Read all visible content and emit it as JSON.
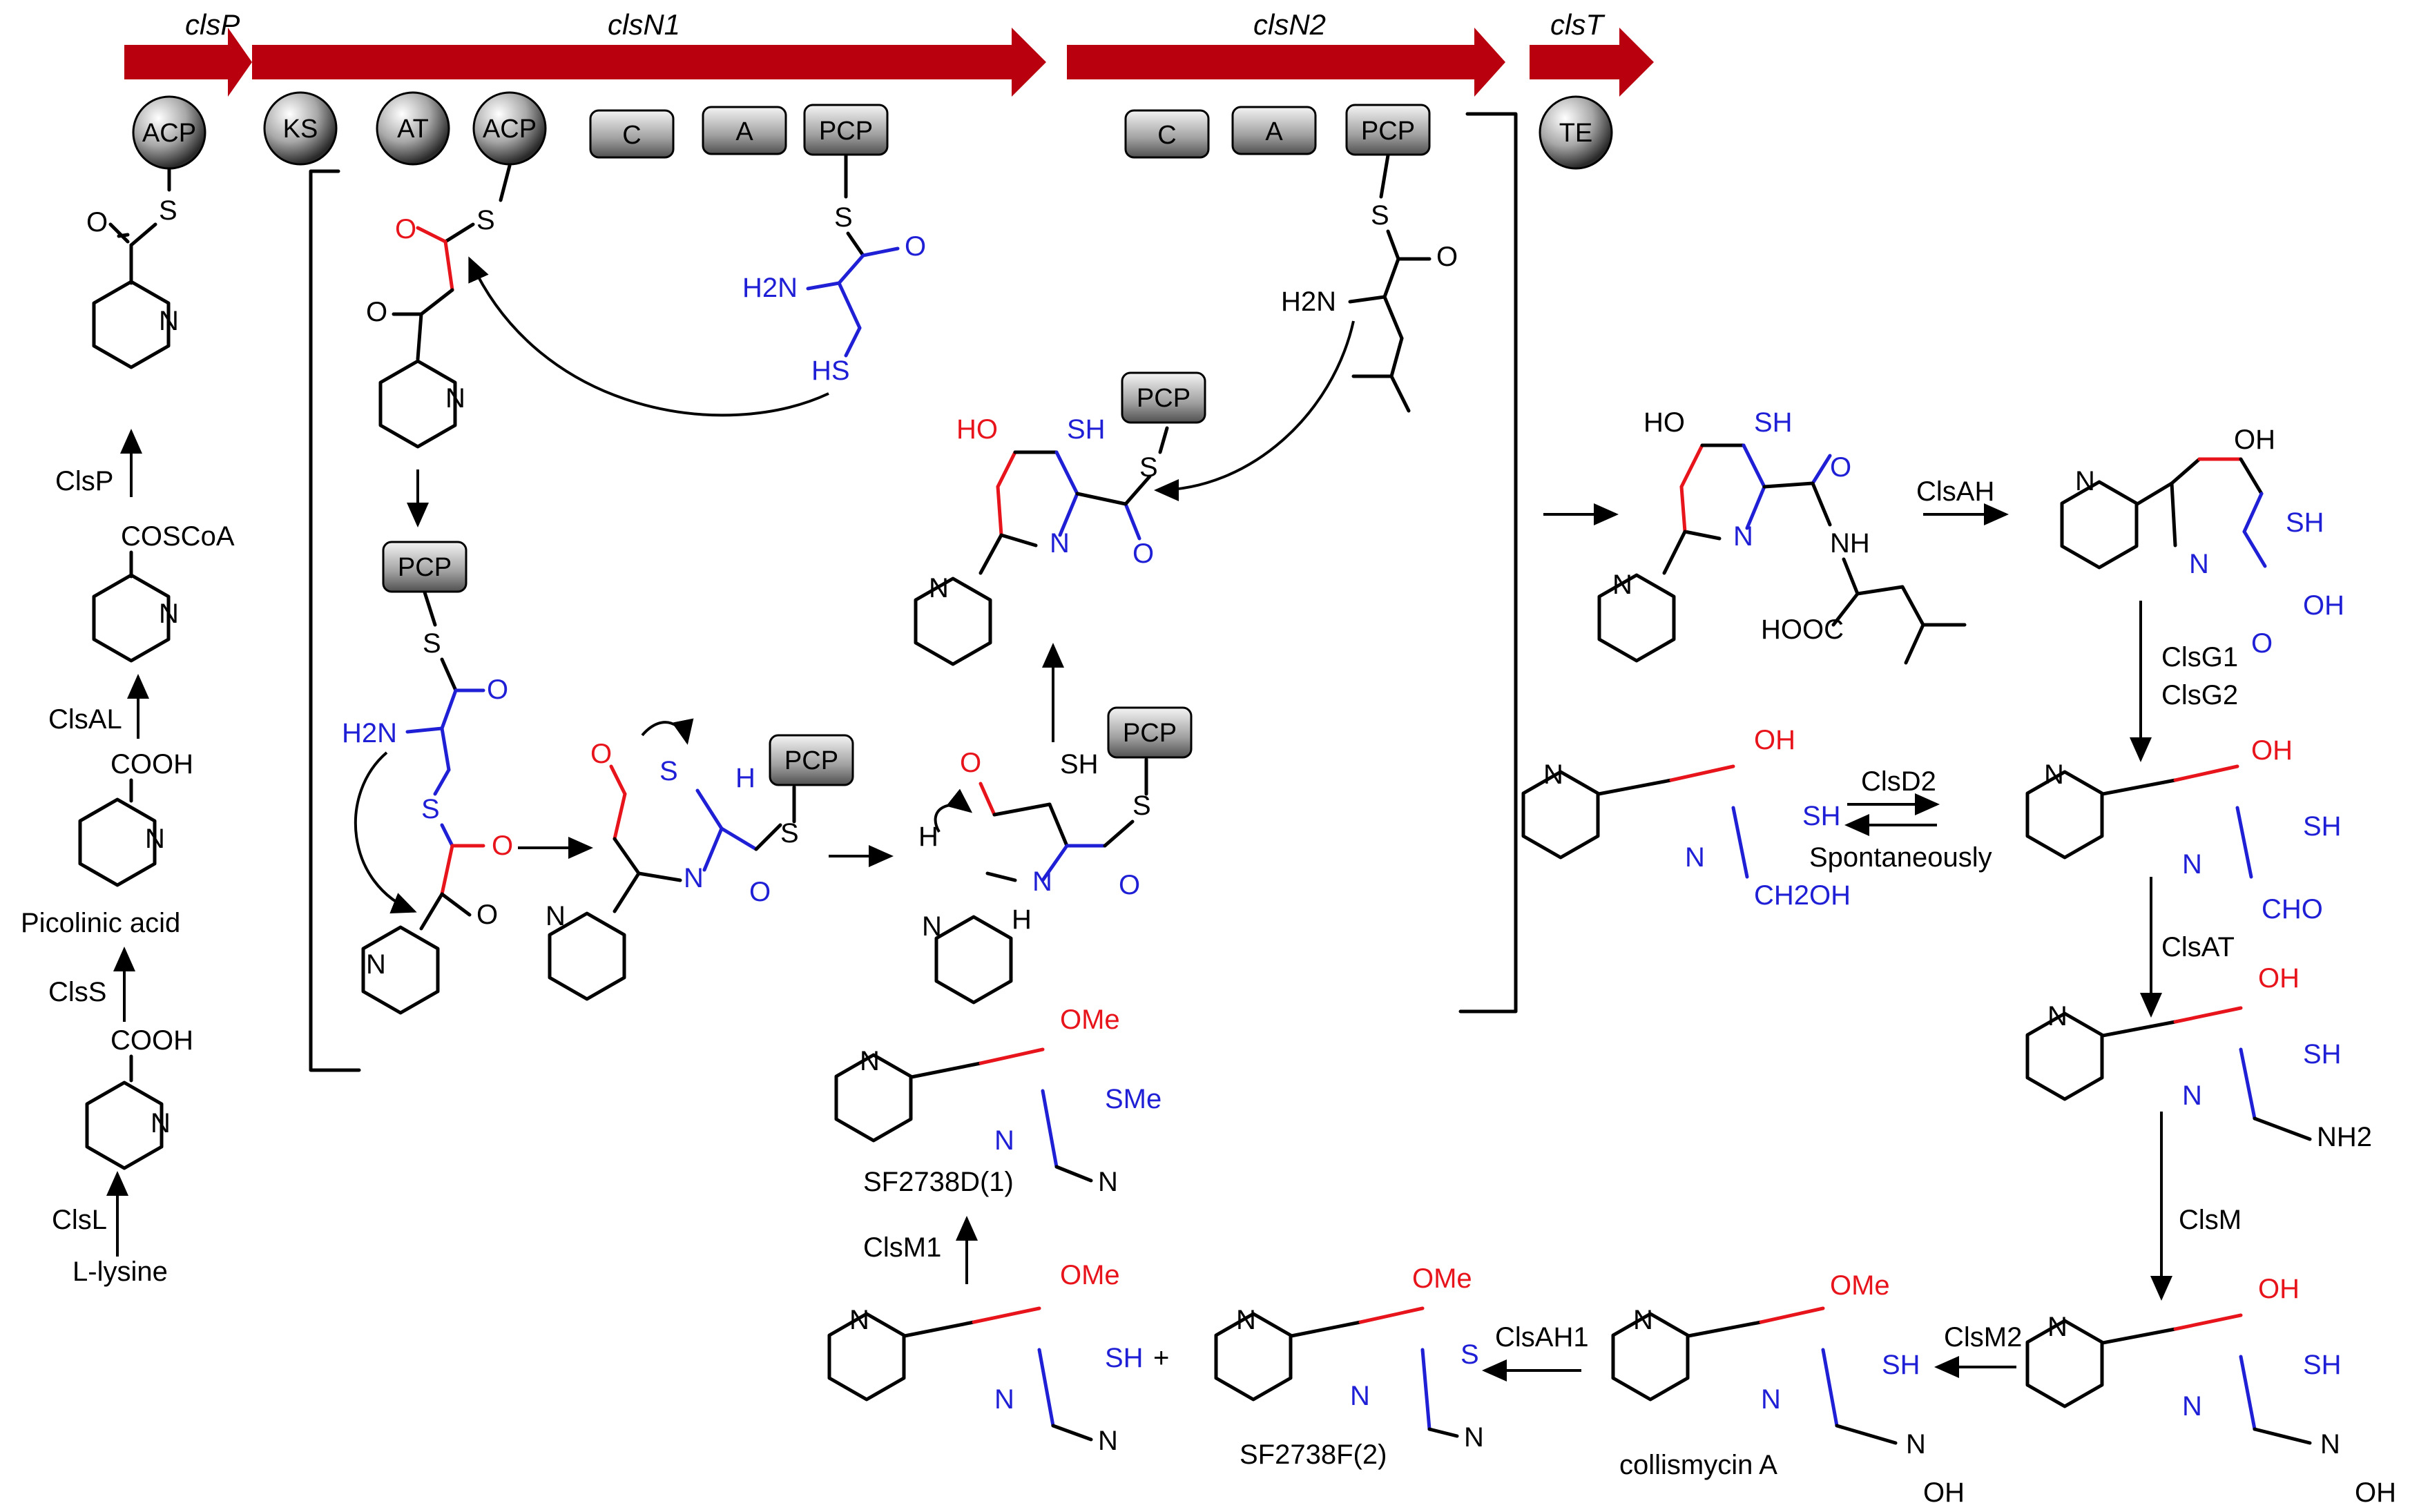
{
  "genes": [
    {
      "id": "clsP",
      "label": "clsP"
    },
    {
      "id": "clsN1",
      "label": "clsN1"
    },
    {
      "id": "clsN2",
      "label": "clsN2"
    },
    {
      "id": "clsT",
      "label": "clsT"
    }
  ],
  "domains": {
    "acp1": "ACP",
    "ks": "KS",
    "at": "AT",
    "acp2": "ACP",
    "c1": "C",
    "a1": "A",
    "pcp1": "PCP",
    "c2": "C",
    "a2": "A",
    "pcp2": "PCP",
    "te": "TE"
  },
  "labels": {
    "s": "S",
    "o": "O",
    "n": "N",
    "h": "H",
    "ho": "HO",
    "oh": "OH",
    "sh": "SH",
    "pcp": "PCP",
    "h2n": "H2N",
    "hs": "HS",
    "nh": "NH",
    "hooc": "HOOC",
    "cooh": "COOH",
    "coscoa": "COSCoA",
    "cho": "CHO",
    "ch2oh": "CH2OH",
    "nh2": "NH2",
    "ome": "OMe",
    "sme": "SMe",
    "plus": "+"
  },
  "enzymes": {
    "clsP": "ClsP",
    "clsAL": "ClsAL",
    "clsS": "ClsS",
    "clsL": "ClsL",
    "clsAH": "ClsAH",
    "clsG": "ClsG1\nClsG2",
    "clsG1": "ClsG1",
    "clsG2": "ClsG2",
    "clsD2": "ClsD2",
    "spont": "Spontaneously",
    "clsAT": "ClsAT",
    "clsM": "ClsM",
    "clsM2": "ClsM2",
    "clsAH1": "ClsAH1",
    "clsM1": "ClsM1"
  },
  "compounds": {
    "picolinic": "Picolinic acid",
    "lysine": "L-lysine",
    "sf2738d": "SF2738D(1)",
    "sf2738f": "SF2738F(2)",
    "collismycin": "collismycin A"
  },
  "colors": {
    "gene_arrow": "#b8000f",
    "red": "#e8141c",
    "blue": "#1f1fd6",
    "domain_fill": "#9a9a9a"
  }
}
